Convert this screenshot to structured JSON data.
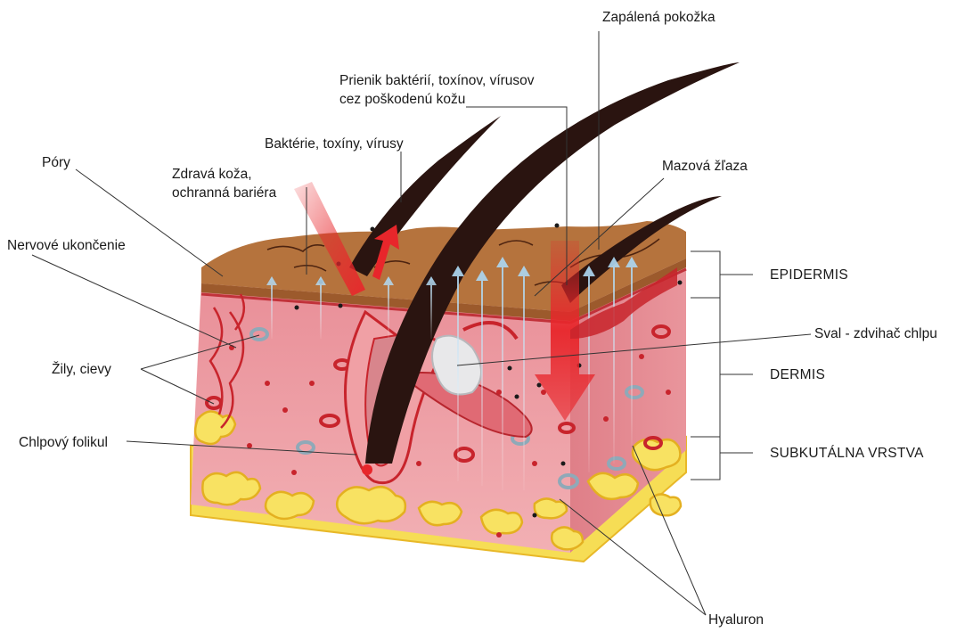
{
  "labels": {
    "inflamed_skin": "Zapálená pokožka",
    "penetration_line1": "Prienik baktérií, toxínov, vírusov",
    "penetration_line2": "cez poškodenú kožu",
    "bacteria": "Baktérie, toxíny, vírusy",
    "pores": "Póry",
    "healthy_skin_line1": "Zdravá koža,",
    "healthy_skin_line2": "ochranná bariéra",
    "sebaceous_gland": "Mazová žľaza",
    "nerve_ending": "Nervové ukončenie",
    "veins": "Žily, cievy",
    "arrector_muscle": "Sval - zdvihač chlpu",
    "hair_follicle": "Chlpový folikul",
    "hyaluron": "Hyaluron"
  },
  "layers": [
    "EPIDERMIS",
    "DERMIS",
    "SUBKUTÁLNA VRSTVA"
  ],
  "colors": {
    "epidermis_top": "#b5733d",
    "dermis": "#e9919a",
    "dermis_light": "#f3b3b8",
    "fat": "#f6dd55",
    "fat_outline": "#e8b828",
    "hair": "#2a1410",
    "inflamed": "#e8262b",
    "vessel": "#c8242c"
  }
}
